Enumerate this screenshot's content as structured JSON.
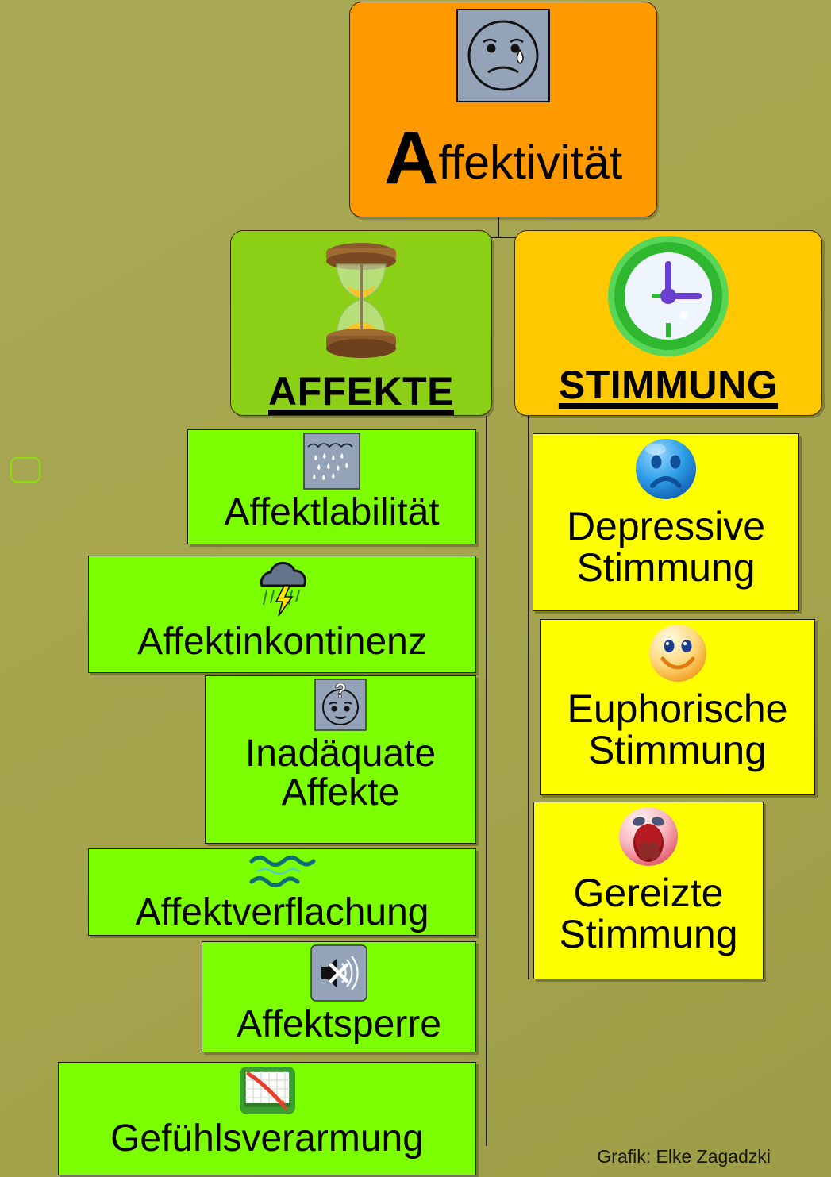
{
  "title": {
    "cap": "A",
    "rest": "ffektivität",
    "full": "Affektivität",
    "icon": "sad-face-icon",
    "color": "#FF9900"
  },
  "categories": [
    {
      "id": "affekte",
      "label": "AFFEKTE",
      "icon": "hourglass-icon",
      "color": "#8CCF17"
    },
    {
      "id": "stimmung",
      "label": "STIMMUNG",
      "icon": "clock-icon",
      "color": "#FFC800"
    }
  ],
  "affekte_items": [
    {
      "label": "Affektlabilität",
      "icon": "rain-cloud-icon"
    },
    {
      "label": "Affektinkontinenz",
      "icon": "thunderstorm-cloud-icon"
    },
    {
      "label": "Inadäquate\nAffekte",
      "icon": "question-face-icon"
    },
    {
      "label": "Affektverflachung",
      "icon": "water-waves-icon"
    },
    {
      "label": "Affektsperre",
      "icon": "muted-speaker-icon"
    },
    {
      "label": "Gefühlsverarmung",
      "icon": "declining-chart-icon"
    }
  ],
  "stimmung_items": [
    {
      "label": "Depressive\nStimmung",
      "icon": "blue-frowning-face-icon"
    },
    {
      "label": "Euphorische\nStimmung",
      "icon": "yellow-smiling-face-icon"
    },
    {
      "label": "Gereizte\nStimmung",
      "icon": "pink-shouting-face-icon"
    }
  ],
  "credit": "Grafik: Elke Zagadzki",
  "colors": {
    "background": "#A5A64E",
    "root": "#FF9900",
    "affekte_header": "#8CCF17",
    "stimmung_header": "#FFC800",
    "leaf_green": "#7CFF00",
    "leaf_yellow": "#FFFF00"
  }
}
